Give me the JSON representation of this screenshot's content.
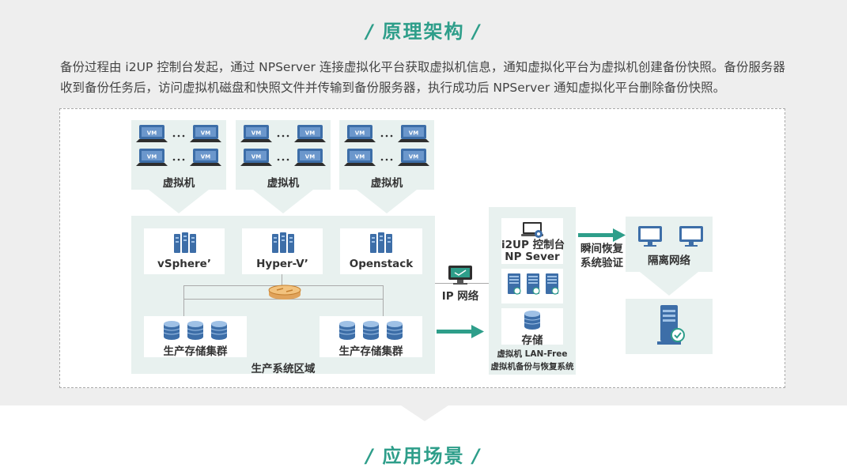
{
  "section_title": "原理架构",
  "description": "备份过程由 i2UP 控制台发起，通过 NPServer 连接虚拟化平台获取虚拟机信息，通知虚拟化平台为虚拟机创建备份快照。备份服务器收到备份任务后，访问虚拟机磁盘和快照文件并传输到备份服务器，执行成功后 NPServer 通知虚拟化平台删除备份快照。",
  "diagram": {
    "vm_badge": "VM",
    "vm_groups": [
      {
        "label": "虚拟机"
      },
      {
        "label": "虚拟机"
      },
      {
        "label": "虚拟机"
      }
    ],
    "platforms": [
      {
        "label": "vSphere’"
      },
      {
        "label": "Hyper-V’"
      },
      {
        "label": "Openstack"
      }
    ],
    "storage_clusters": [
      {
        "label": "生产存储集群"
      },
      {
        "label": "生产存储集群"
      }
    ],
    "production_zone_label": "生产系统区域",
    "ip_network_label": "IP 网络",
    "backup_system": {
      "console_label_line1": "i2UP 控制台",
      "console_label_line2": "NP Sever",
      "storage_label": "存储",
      "footer_line1": "虚拟机 LAN-Free",
      "footer_line2": "虚拟机备份与恢复系统"
    },
    "restore_label_line1": "瞬间恢复",
    "restore_label_line2": "系统验证",
    "isolated_network_label": "隔离网络"
  },
  "next_section_title": "应用场景",
  "colors": {
    "accent": "#2e9e8a",
    "panel": "#e8f1ef",
    "server_blue": "#3d6ea8"
  }
}
